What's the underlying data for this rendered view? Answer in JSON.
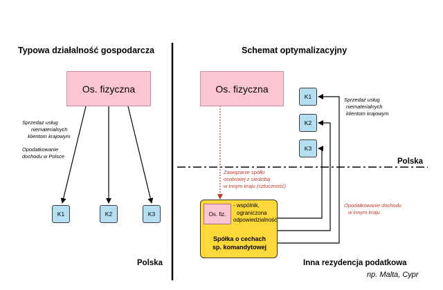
{
  "left": {
    "title": "Typowa działalność gospodarcza",
    "person": "Os. fizyczna",
    "note1": [
      "Sprzedaż usług",
      "niematerialnych",
      "klientom krajowym"
    ],
    "note2": [
      "Opodatkowanie",
      "dochodu w Polsce"
    ],
    "clients": [
      "K1",
      "K2",
      "K3"
    ],
    "country": "Polska"
  },
  "right": {
    "title": "Schemat optymalizacyjny",
    "person": "Os. fizyczna",
    "clients": [
      "K1",
      "K2",
      "K3"
    ],
    "sales_note": [
      "Sprzedaż usług",
      "niematerialnych",
      "klientom krajowym"
    ],
    "border_label": "Polska",
    "formation_note": [
      "Zawiązanie spółki",
      "osobowej z siedzibą",
      "w innym kraju (sztuczność)"
    ],
    "tax_note": [
      "Opodatkowanie dochodu",
      "w innym kraju"
    ],
    "company": {
      "inner_box": "Os. fiz.",
      "partner_note": [
        "- wspólnik,",
        "ograniczona",
        "odpowiedzialność"
      ],
      "name": [
        "Spółka o cechach",
        "sp. komandytowej"
      ]
    },
    "residence_label": "Inna rezydencja podatkowa",
    "residence_example": "np. Malta, Cypr"
  },
  "colors": {
    "person_fill": "#fcc5d2",
    "client_fill": "#b3dff0",
    "company_fill": "#ffd83a",
    "note_red": "#c0392b"
  }
}
